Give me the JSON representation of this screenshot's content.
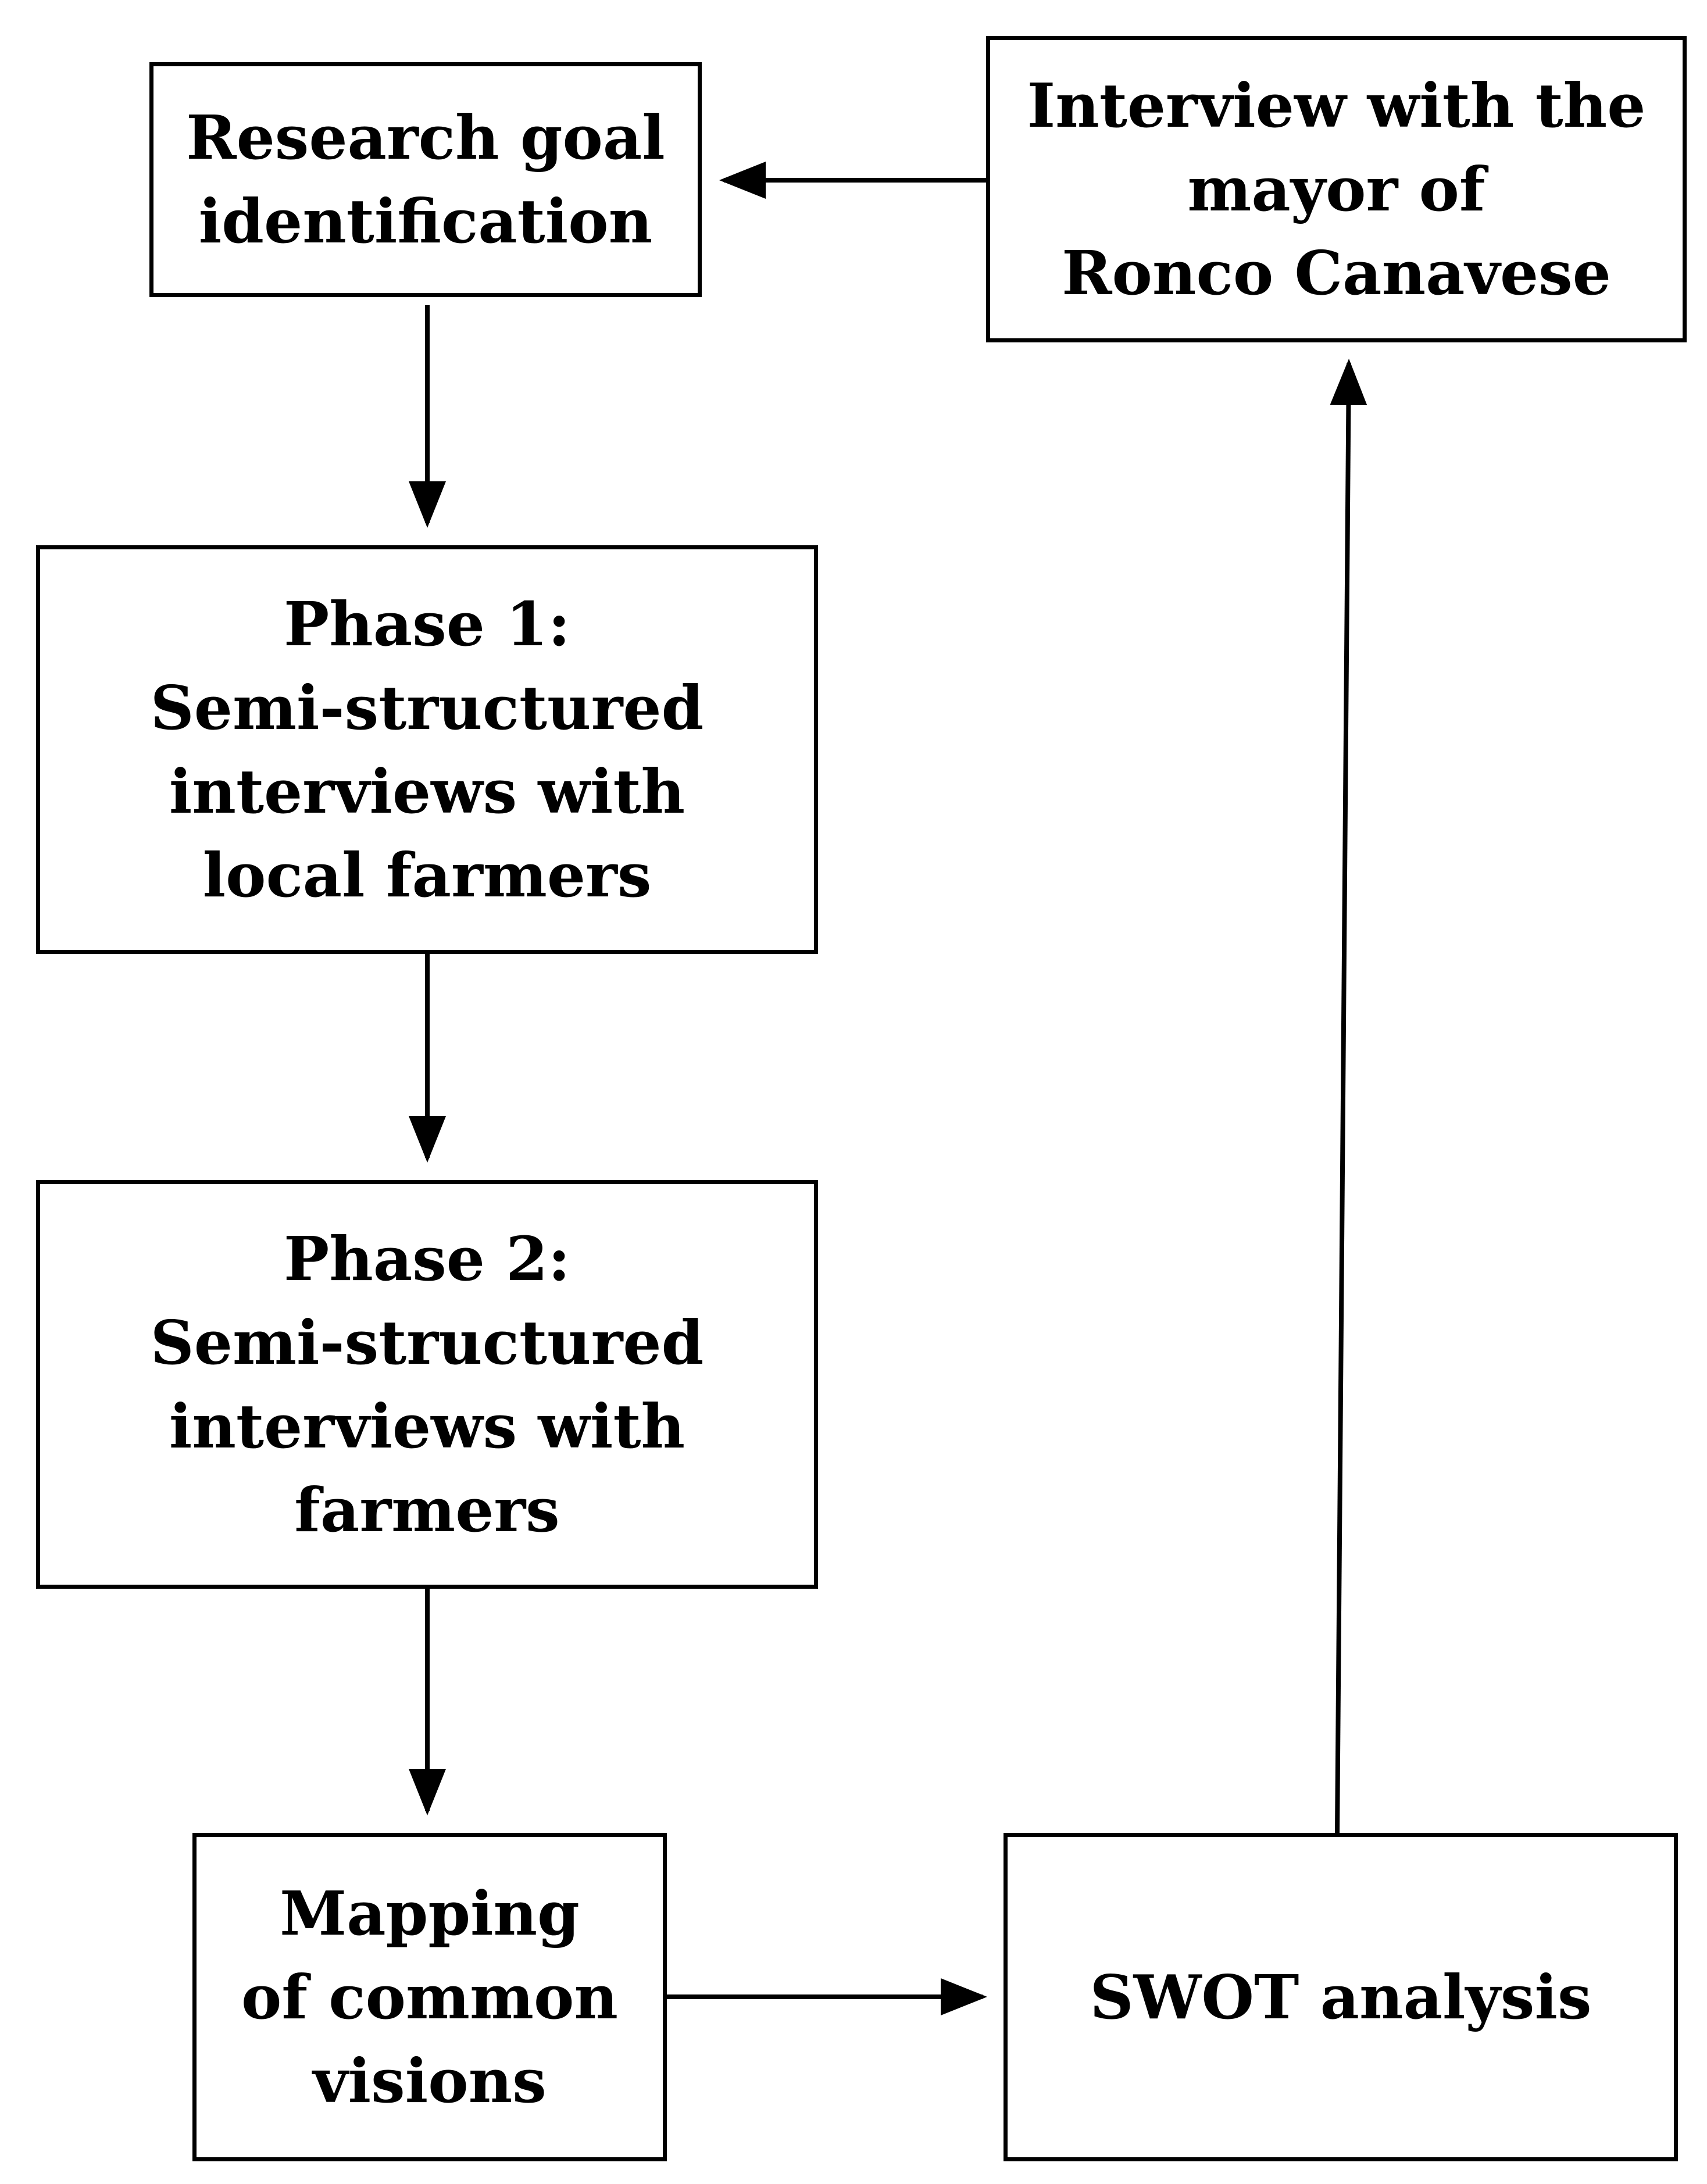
{
  "diagram": {
    "nodes": [
      {
        "id": "research-goal",
        "label": "Research goal\nidentification"
      },
      {
        "id": "interview-mayor",
        "label": "Interview with the\nmayor of\nRonco Canavese"
      },
      {
        "id": "phase1",
        "label": "Phase 1:\nSemi-structured\ninterviews with\nlocal farmers"
      },
      {
        "id": "phase2",
        "label": "Phase 2:\nSemi-structured\ninterviews with\nfarmers"
      },
      {
        "id": "mapping",
        "label": "Mapping\nof common\nvisions"
      },
      {
        "id": "swot",
        "label": "SWOT analysis"
      }
    ],
    "edges": [
      {
        "from": "research-goal",
        "to": "phase1"
      },
      {
        "from": "phase1",
        "to": "phase2"
      },
      {
        "from": "phase2",
        "to": "mapping"
      },
      {
        "from": "mapping",
        "to": "swot"
      },
      {
        "from": "swot",
        "to": "interview-mayor"
      },
      {
        "from": "interview-mayor",
        "to": "research-goal"
      }
    ],
    "colors": {
      "stroke": "#000000",
      "background": "#ffffff",
      "text": "#000000"
    }
  }
}
